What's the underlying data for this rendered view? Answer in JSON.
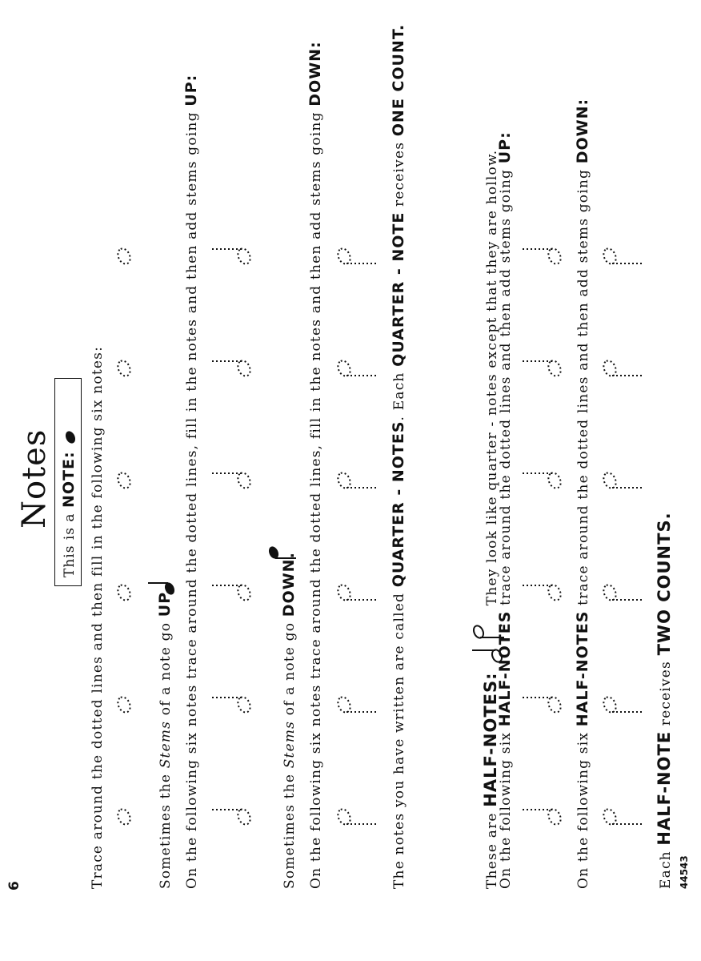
{
  "page_number": "6",
  "title": "Notes",
  "intro_box": {
    "text": "This is a",
    "word": "NOTE:"
  },
  "line1": "Trace around the dotted lines and then fill in the following six notes:",
  "stems_up": {
    "prefix": "Sometimes the",
    "stems": "Stems",
    "middle": "of a note go",
    "word": "UP."
  },
  "line3": {
    "text": "On the following six notes trace around the dotted lines,  fill in the notes and then add stems going",
    "word": "UP:"
  },
  "stems_down": {
    "prefix": "Sometimes the",
    "stems": "Stems",
    "middle": "of a note go",
    "word": "DOWN."
  },
  "line5": {
    "text": "On the following six notes trace around the dotted lines, fill in the notes and then add stems going",
    "word": "DOWN:"
  },
  "quarter": {
    "prefix": "The notes you have written are called",
    "word1": "QUARTER - NOTES",
    "middle": ". Each",
    "word2": "QUARTER - NOTE",
    "suffix": "receives",
    "word3": "ONE  COUNT."
  },
  "half_intro": {
    "prefix": "These are",
    "word": "HALF-NOTES:",
    "suffix": "They look like quarter - notes except that they are hollow."
  },
  "half_up": {
    "prefix": "On the following six",
    "word": "HALF-NOTES",
    "text": "trace around the dotted lines and then add stems going",
    "end": "UP:"
  },
  "half_down": {
    "prefix": "On the following six",
    "word": "HALF-NOTES",
    "text": "trace around the dotted lines and then add stems going",
    "end": "DOWN:"
  },
  "half_count": {
    "prefix": "Each",
    "word1": "HALF-NOTE",
    "middle": "receives",
    "word2": "TWO  COUNTS."
  },
  "catalog_number": "44543",
  "icons": [
    "quarter-note-icon",
    "half-note-icon",
    "dotted-note-outline-icon"
  ]
}
